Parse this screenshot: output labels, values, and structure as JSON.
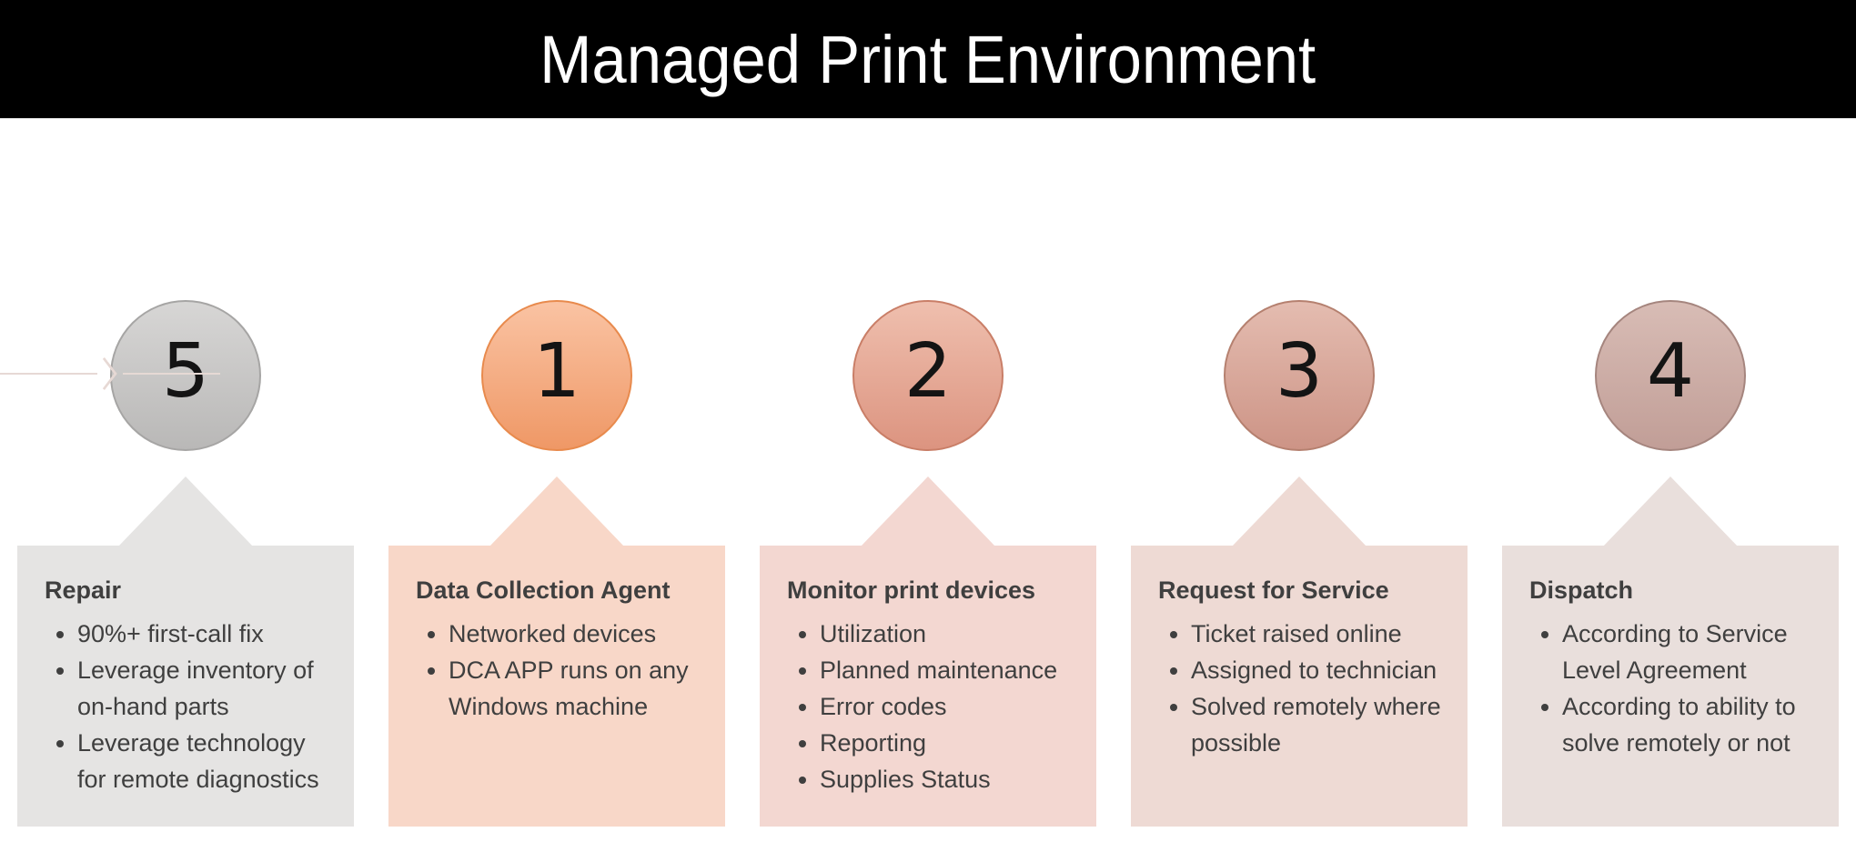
{
  "header": {
    "title": "Managed Print Environment",
    "background": "#000000",
    "text_color": "#ffffff"
  },
  "text_color": "#3f3f3f",
  "steps": [
    {
      "number": "1",
      "heading": "Data Collection Agent",
      "bullets": [
        "Networked devices",
        "DCA APP runs on any Windows machine"
      ],
      "colors": {
        "circle_top": "#fac3a3",
        "circle_bottom": "#ef9866",
        "circle_border": "#e88a4d",
        "panel": "#f8d7c8"
      }
    },
    {
      "number": "2",
      "heading": "Monitor print devices",
      "bullets": [
        "Utilization",
        "Planned maintenance",
        "Error codes",
        "Reporting",
        "Supplies Status"
      ],
      "colors": {
        "circle_top": "#efbfae",
        "circle_bottom": "#dc9480",
        "circle_border": "#c97e67",
        "panel": "#f3d7d1"
      }
    },
    {
      "number": "3",
      "heading": "Request for Service",
      "bullets": [
        "Ticket raised online",
        "Assigned to technician",
        "Solved remotely where possible"
      ],
      "colors": {
        "circle_top": "#e4bcb0",
        "circle_bottom": "#cd9486",
        "circle_border": "#b5806f",
        "panel": "#eedad4"
      }
    },
    {
      "number": "4",
      "heading": "Dispatch",
      "bullets": [
        "According to Service Level Agreement",
        "According to ability to solve remotely or not"
      ],
      "colors": {
        "circle_top": "#d8bcb5",
        "circle_bottom": "#c19e97",
        "circle_border": "#a5857e",
        "panel": "#e9dfdc"
      }
    },
    {
      "number": "5",
      "heading": "Repair",
      "bullets": [
        "90%+ first-call fix",
        "Leverage inventory of on-hand parts",
        "Leverage technology for remote diagnostics"
      ],
      "colors": {
        "circle_top": "#d7d6d5",
        "circle_bottom": "#b9b8b7",
        "circle_border": "#a6a5a4",
        "panel": "#e5e4e3"
      }
    }
  ],
  "connectors": [
    {
      "color": "#f6d2c3"
    },
    {
      "color": "#f2d1c9"
    },
    {
      "color": "#edd3cc"
    },
    {
      "color": "#e6d9d5"
    }
  ]
}
